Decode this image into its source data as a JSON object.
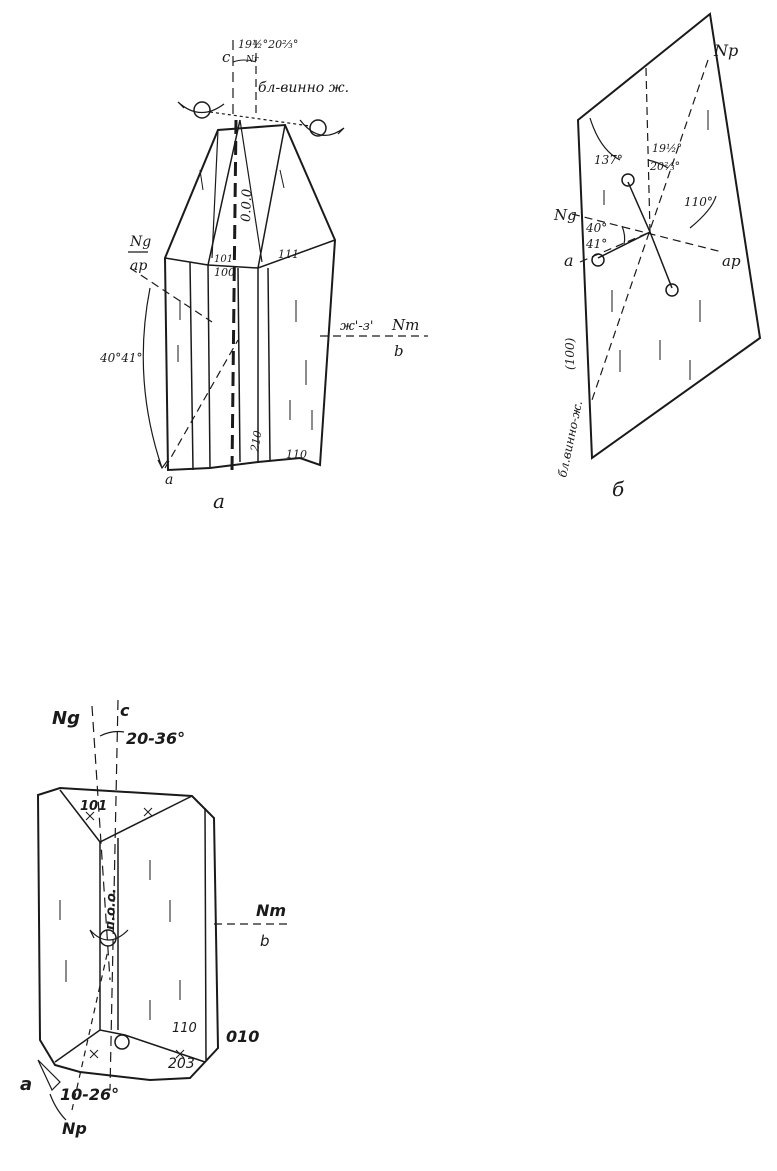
{
  "figure_a": {
    "label_c": "c",
    "label_angles_top": "19½°20⅔°",
    "label_top_sub": "Nr",
    "label_color": "бл-винно ж.",
    "label_ng": "Ng",
    "label_ap": "ap",
    "label_angle_side": "40°41°",
    "label_ooo": "0.0.0",
    "label_101": "101",
    "label_100": "100",
    "label_111": "111",
    "label_210": "210",
    "label_110": "110",
    "label_color_right": "ж'-з'",
    "label_nm": "Nm",
    "label_b": "b",
    "label_a": "a",
    "caption": "а"
  },
  "figure_b": {
    "label_np": "Np",
    "label_137": "137°",
    "label_19": "19½°",
    "label_20": "20⅔°",
    "label_110deg": "110°",
    "label_ng": "Ng",
    "label_40": "40°",
    "label_41": "41°",
    "label_a": "a",
    "label_ap": "ap",
    "label_100": "(100)",
    "label_color": "бл.винно-ж.",
    "caption": "б"
  },
  "figure_c": {
    "label_ng": "Ng",
    "label_c": "c",
    "label_angle_top": "20-36°",
    "label_101": "101",
    "label_ooo": "п.о.о.",
    "label_nm": "Nm",
    "label_b": "b",
    "label_110": "110",
    "label_010": "010",
    "label_203": "203",
    "label_a": "a",
    "label_angle_bottom": "10-26°",
    "label_np": "Np"
  }
}
